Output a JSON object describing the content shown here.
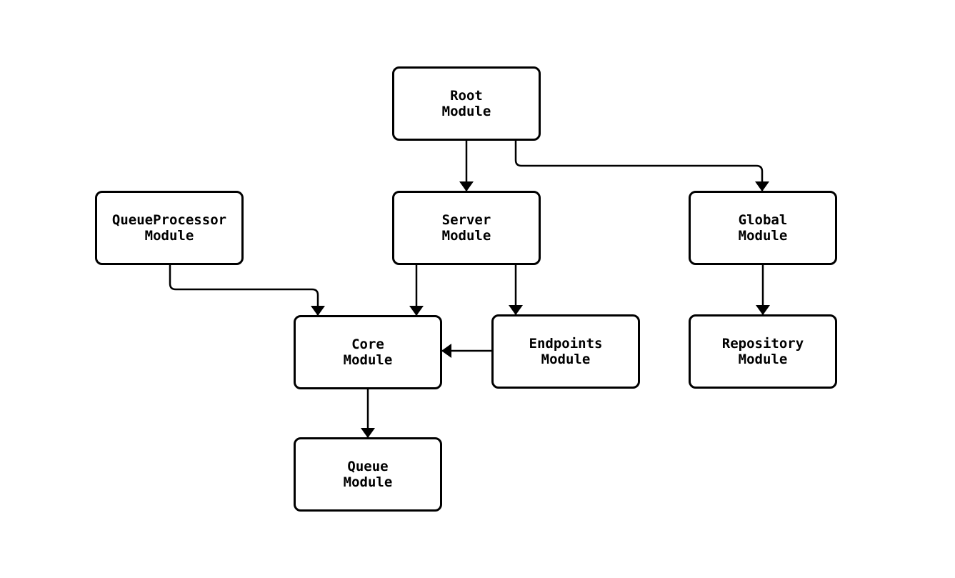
{
  "diagram": {
    "type": "flowchart",
    "direction": "top-down",
    "background_color": "#ffffff",
    "node_fill_color": "#ffffff",
    "node_border_color": "#000000",
    "edge_color": "#000000",
    "text_color": "#000000",
    "nodes": [
      {
        "id": "root",
        "line1": "Root",
        "line2": "Module"
      },
      {
        "id": "server",
        "line1": "Server",
        "line2": "Module"
      },
      {
        "id": "queueprocessor",
        "line1": "QueueProcessor",
        "line2": "Module"
      },
      {
        "id": "global",
        "line1": "Global",
        "line2": "Module"
      },
      {
        "id": "core",
        "line1": "Core",
        "line2": "Module"
      },
      {
        "id": "endpoints",
        "line1": "Endpoints",
        "line2": "Module"
      },
      {
        "id": "repository",
        "line1": "Repository",
        "line2": "Module"
      },
      {
        "id": "queue",
        "line1": "Queue",
        "line2": "Module"
      }
    ],
    "edges": [
      {
        "from": "root",
        "to": "server"
      },
      {
        "from": "root",
        "to": "global"
      },
      {
        "from": "queueprocessor",
        "to": "core"
      },
      {
        "from": "server",
        "to": "core"
      },
      {
        "from": "server",
        "to": "endpoints"
      },
      {
        "from": "endpoints",
        "to": "core"
      },
      {
        "from": "global",
        "to": "repository"
      },
      {
        "from": "core",
        "to": "queue"
      }
    ]
  }
}
